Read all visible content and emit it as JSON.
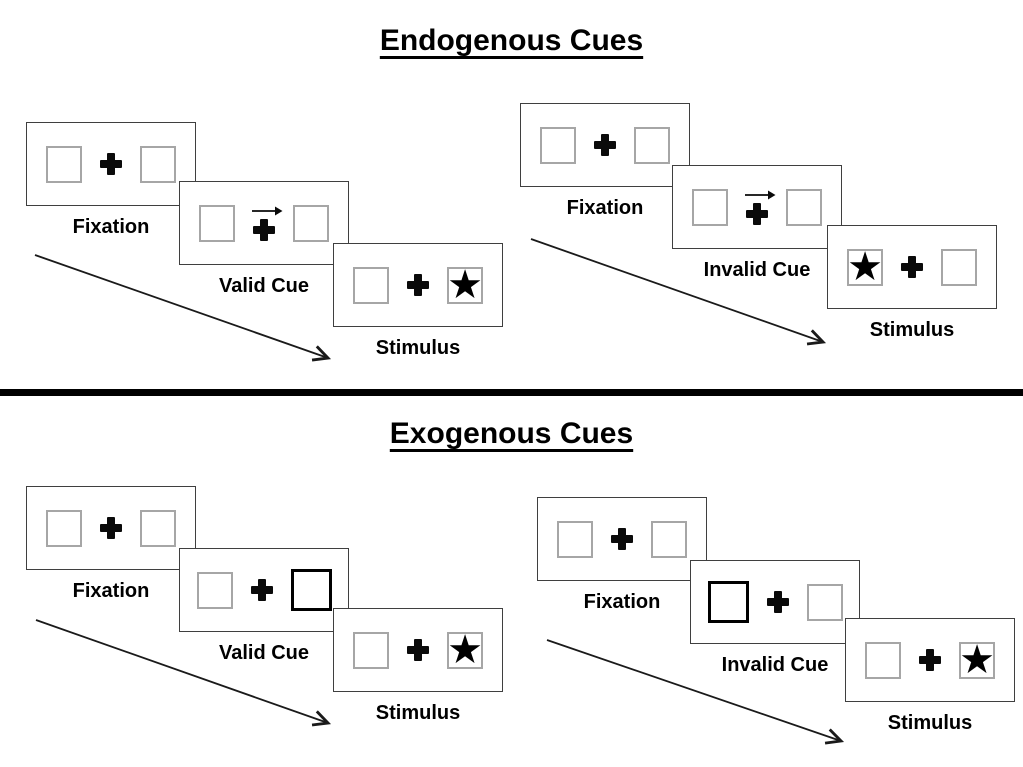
{
  "colors": {
    "background": "#ffffff",
    "ink": "#000000",
    "panel_border": "#3f3f3f",
    "box_border": "#a6a6a6",
    "bold_cue_border": "#000000",
    "divider": "#000000"
  },
  "icons": {
    "fixation_cross": "+",
    "star": "★",
    "cue_arrow": "→"
  },
  "sections": [
    {
      "title": "Endogenous Cues",
      "groups": [
        {
          "name": "valid-trial",
          "trials": [
            {
              "label": "Fixation"
            },
            {
              "label": "Valid Cue",
              "cue": "central arrow pointing right"
            },
            {
              "label": "Stimulus",
              "star_side": "right"
            }
          ]
        },
        {
          "name": "invalid-trial",
          "trials": [
            {
              "label": "Fixation"
            },
            {
              "label": "Invalid Cue",
              "cue": "central arrow pointing right"
            },
            {
              "label": "Stimulus",
              "star_side": "left"
            }
          ]
        }
      ]
    },
    {
      "title": "Exogenous Cues",
      "groups": [
        {
          "name": "valid-trial",
          "trials": [
            {
              "label": "Fixation"
            },
            {
              "label": "Valid Cue",
              "cue": "right box bold outline"
            },
            {
              "label": "Stimulus",
              "star_side": "right"
            }
          ]
        },
        {
          "name": "invalid-trial",
          "trials": [
            {
              "label": "Fixation"
            },
            {
              "label": "Invalid Cue",
              "cue": "left box bold outline"
            },
            {
              "label": "Stimulus",
              "star_side": "right"
            }
          ]
        }
      ]
    }
  ]
}
